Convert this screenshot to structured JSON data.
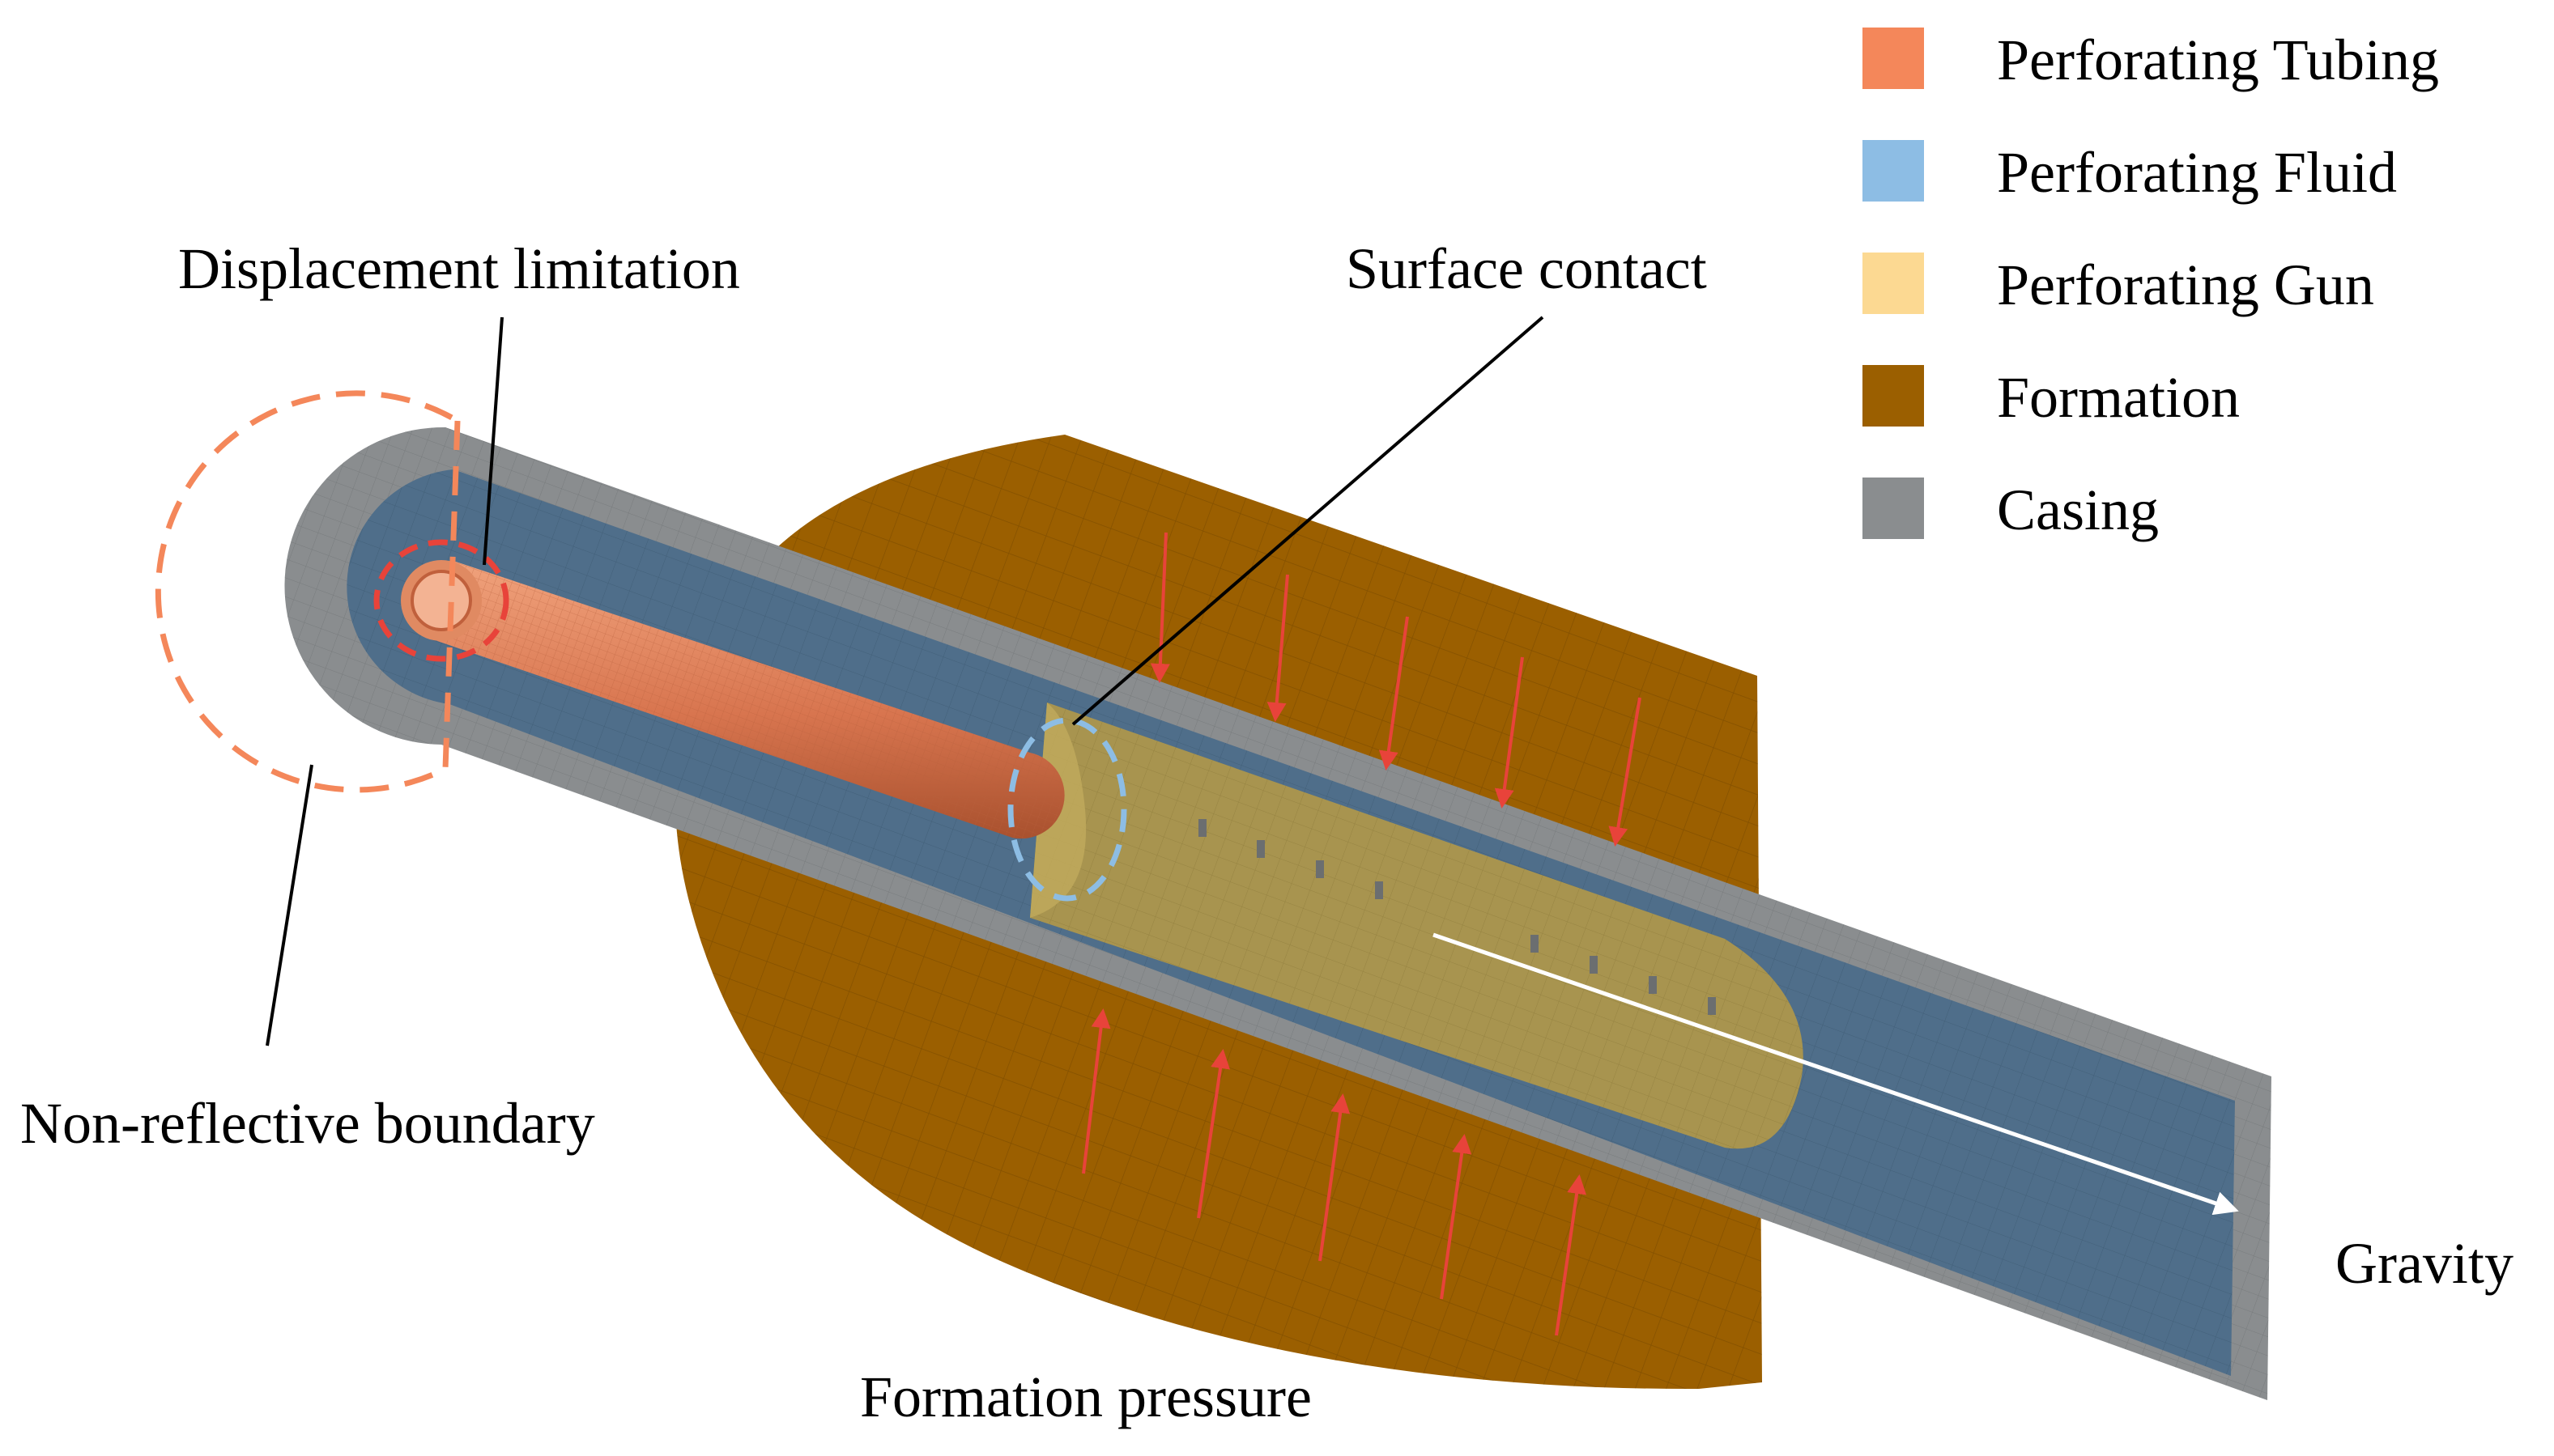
{
  "legend": {
    "items": [
      {
        "label": "Perforating Tubing",
        "color": "#f4875a"
      },
      {
        "label": "Perforating Fluid",
        "color": "#8dbde4"
      },
      {
        "label": "Perforating Gun",
        "color": "#fcd992"
      },
      {
        "label": "Formation",
        "color": "#9b5f00"
      },
      {
        "label": "Casing",
        "color": "#8a8d8f"
      }
    ]
  },
  "annotations": {
    "displacement_limitation": "Displacement limitation",
    "surface_contact": "Surface contact",
    "non_reflective_boundary": "Non-reflective boundary",
    "formation_pressure": "Formation pressure",
    "gravity": "Gravity"
  },
  "colors": {
    "formation": "#9b5f00",
    "casing": "#8a8d8f",
    "fluid": "#4f6e8a",
    "gun": "#a8944f",
    "tubing": "#d8754f",
    "pressure_arrow": "#e8433a",
    "gravity_arrow": "#ffffff",
    "non_reflective_marker": "#f4875a",
    "displacement_marker": "#e8433a",
    "contact_marker": "#8dbde4"
  }
}
